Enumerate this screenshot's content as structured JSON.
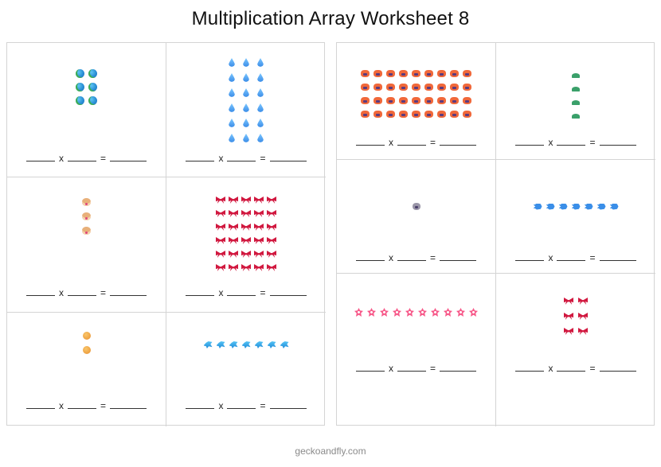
{
  "title": "Multiplication Array Worksheet 8",
  "equation": {
    "times_symbol": "x",
    "equals_symbol": "="
  },
  "panels": [
    {
      "id": "left",
      "cells": [
        {
          "icon": "globe-icon",
          "rows": 3,
          "cols": 2
        },
        {
          "icon": "droplet-icon",
          "rows": 6,
          "cols": 3
        },
        {
          "icon": "dog-face-icon",
          "rows": 3,
          "cols": 1
        },
        {
          "icon": "ribbon-bow-icon",
          "rows": 6,
          "cols": 5
        },
        {
          "icon": "smiling-face-icon",
          "rows": 2,
          "cols": 1
        },
        {
          "icon": "dolphin-icon",
          "rows": 1,
          "cols": 7
        }
      ]
    },
    {
      "id": "right",
      "cells": [
        {
          "icon": "jack-o-lantern-icon",
          "rows": 4,
          "cols": 9
        },
        {
          "icon": "turtle-icon",
          "rows": 4,
          "cols": 1
        },
        {
          "icon": "koala-icon",
          "rows": 1,
          "cols": 1
        },
        {
          "icon": "fish-icon",
          "rows": 1,
          "cols": 7
        },
        {
          "icon": "cherry-blossom-icon",
          "rows": 1,
          "cols": 10
        },
        {
          "icon": "ribbon-bow-icon",
          "rows": 3,
          "cols": 2
        }
      ]
    }
  ],
  "footer": "geckoandfly.com"
}
